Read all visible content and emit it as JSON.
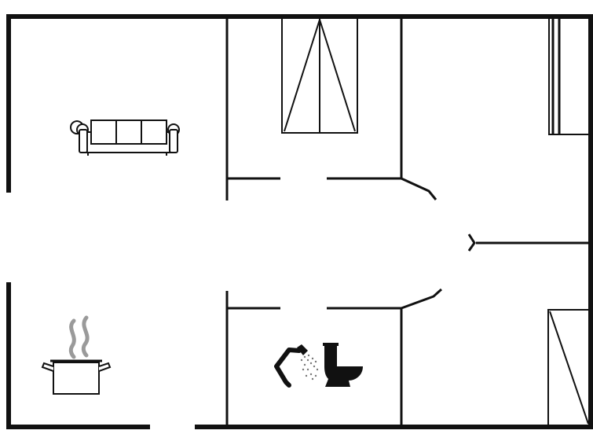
{
  "floorplan": {
    "colors": {
      "wall": "#111111",
      "background": "#ffffff",
      "steam": "#9a9a9a",
      "fixture": "#111111"
    },
    "rooms": [
      {
        "name": "living-room",
        "icon": "sofa-icon"
      },
      {
        "name": "kitchen",
        "icon": "cooking-pot-icon"
      },
      {
        "name": "bedroom-top",
        "icon": "wardrobe-icon"
      },
      {
        "name": "bathroom",
        "icons": [
          "shower-icon",
          "toilet-icon"
        ]
      },
      {
        "name": "room-right-top",
        "icon": "wardrobe-icon"
      },
      {
        "name": "room-right-bottom",
        "icon": "wardrobe-icon"
      }
    ]
  }
}
